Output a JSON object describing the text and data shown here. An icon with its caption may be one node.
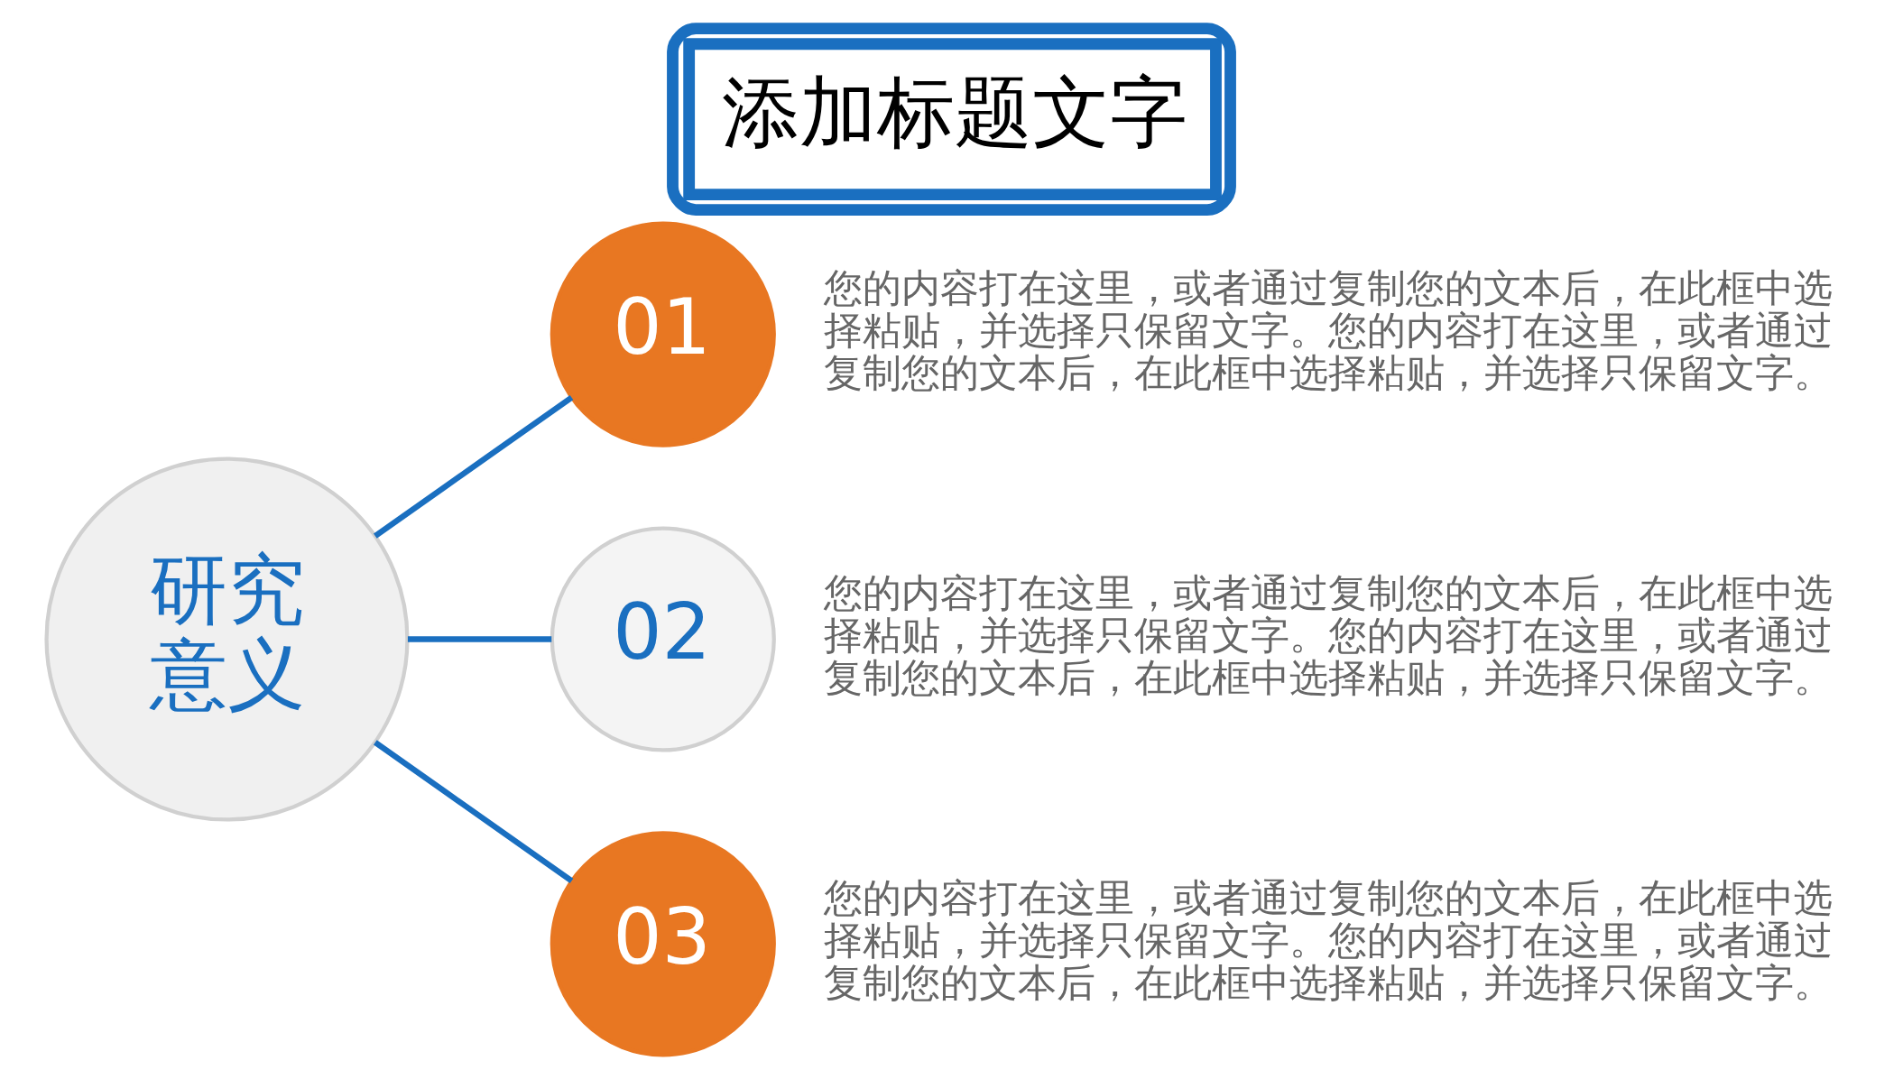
{
  "diagram": {
    "title": "添加标题文字",
    "nodes": [
      {
        "text": [
          "研究意义"
        ]
      },
      {
        "text": [
          "01"
        ],
        "beside": [
          "您的内容打在这里，或者通过复制您的文本后，在此框中选择粘贴，并选择只保留文字。您的内容打在这里，或者通过复制您的文本后，在此框中选择粘贴，并选择只保留文字。"
        ]
      },
      {
        "text": [
          "02"
        ],
        "beside": [
          "您的内容打在这里，或者通过复制您的文本后，在此框中选择粘贴，并选择只保留文字。您的内容打在这里，或者通过复制您的文本后，在此框中选择粘贴，并选择只保留文字。"
        ]
      },
      {
        "text": [
          "03"
        ],
        "beside": [
          "您的内容打在这里，或者通过复制您的文本后，在此框中选择粘贴，并选择只保留文字。您的内容打在这里，或者通过复制您的文本后，在此框中选择粘贴，并选择只保留文字。"
        ]
      }
    ],
    "edges": [
      {
        "from": 0,
        "to": 1,
        "arrow": "none"
      },
      {
        "from": 0,
        "to": 2,
        "arrow": "none"
      },
      {
        "from": 0,
        "to": 3,
        "arrow": "none"
      }
    ]
  }
}
